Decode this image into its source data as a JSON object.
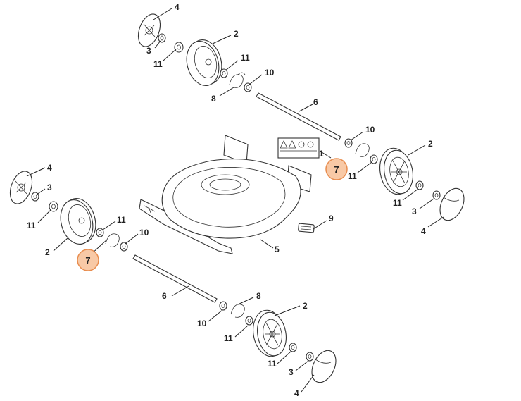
{
  "callout_color": "#f8c9a6",
  "labels": {
    "top": {
      "hubcap": "4",
      "hub_ring": "3",
      "nut_a": "11",
      "wheel": "2",
      "nut_b": "11",
      "washer": "10",
      "spring": "8",
      "axle": "6",
      "washer_r": "10",
      "small_r": "1",
      "nut_r": "11",
      "wheel_r": "2",
      "nut_r2": "11",
      "ring_r": "3",
      "hubcap_r": "4"
    },
    "middle": {
      "callout_right": "7",
      "callout_left": "7",
      "tag": "9",
      "deck": "5"
    },
    "left": {
      "hubcap": "4",
      "hub_ring": "3",
      "nut_a": "11",
      "wheel": "2",
      "nut_b": "11",
      "washer": "10"
    },
    "bottom": {
      "axle": "6",
      "spring": "8",
      "washer": "10",
      "wheel": "2",
      "nut_a": "11",
      "nut_b": "11",
      "ring": "3",
      "hubcap": "4"
    }
  }
}
